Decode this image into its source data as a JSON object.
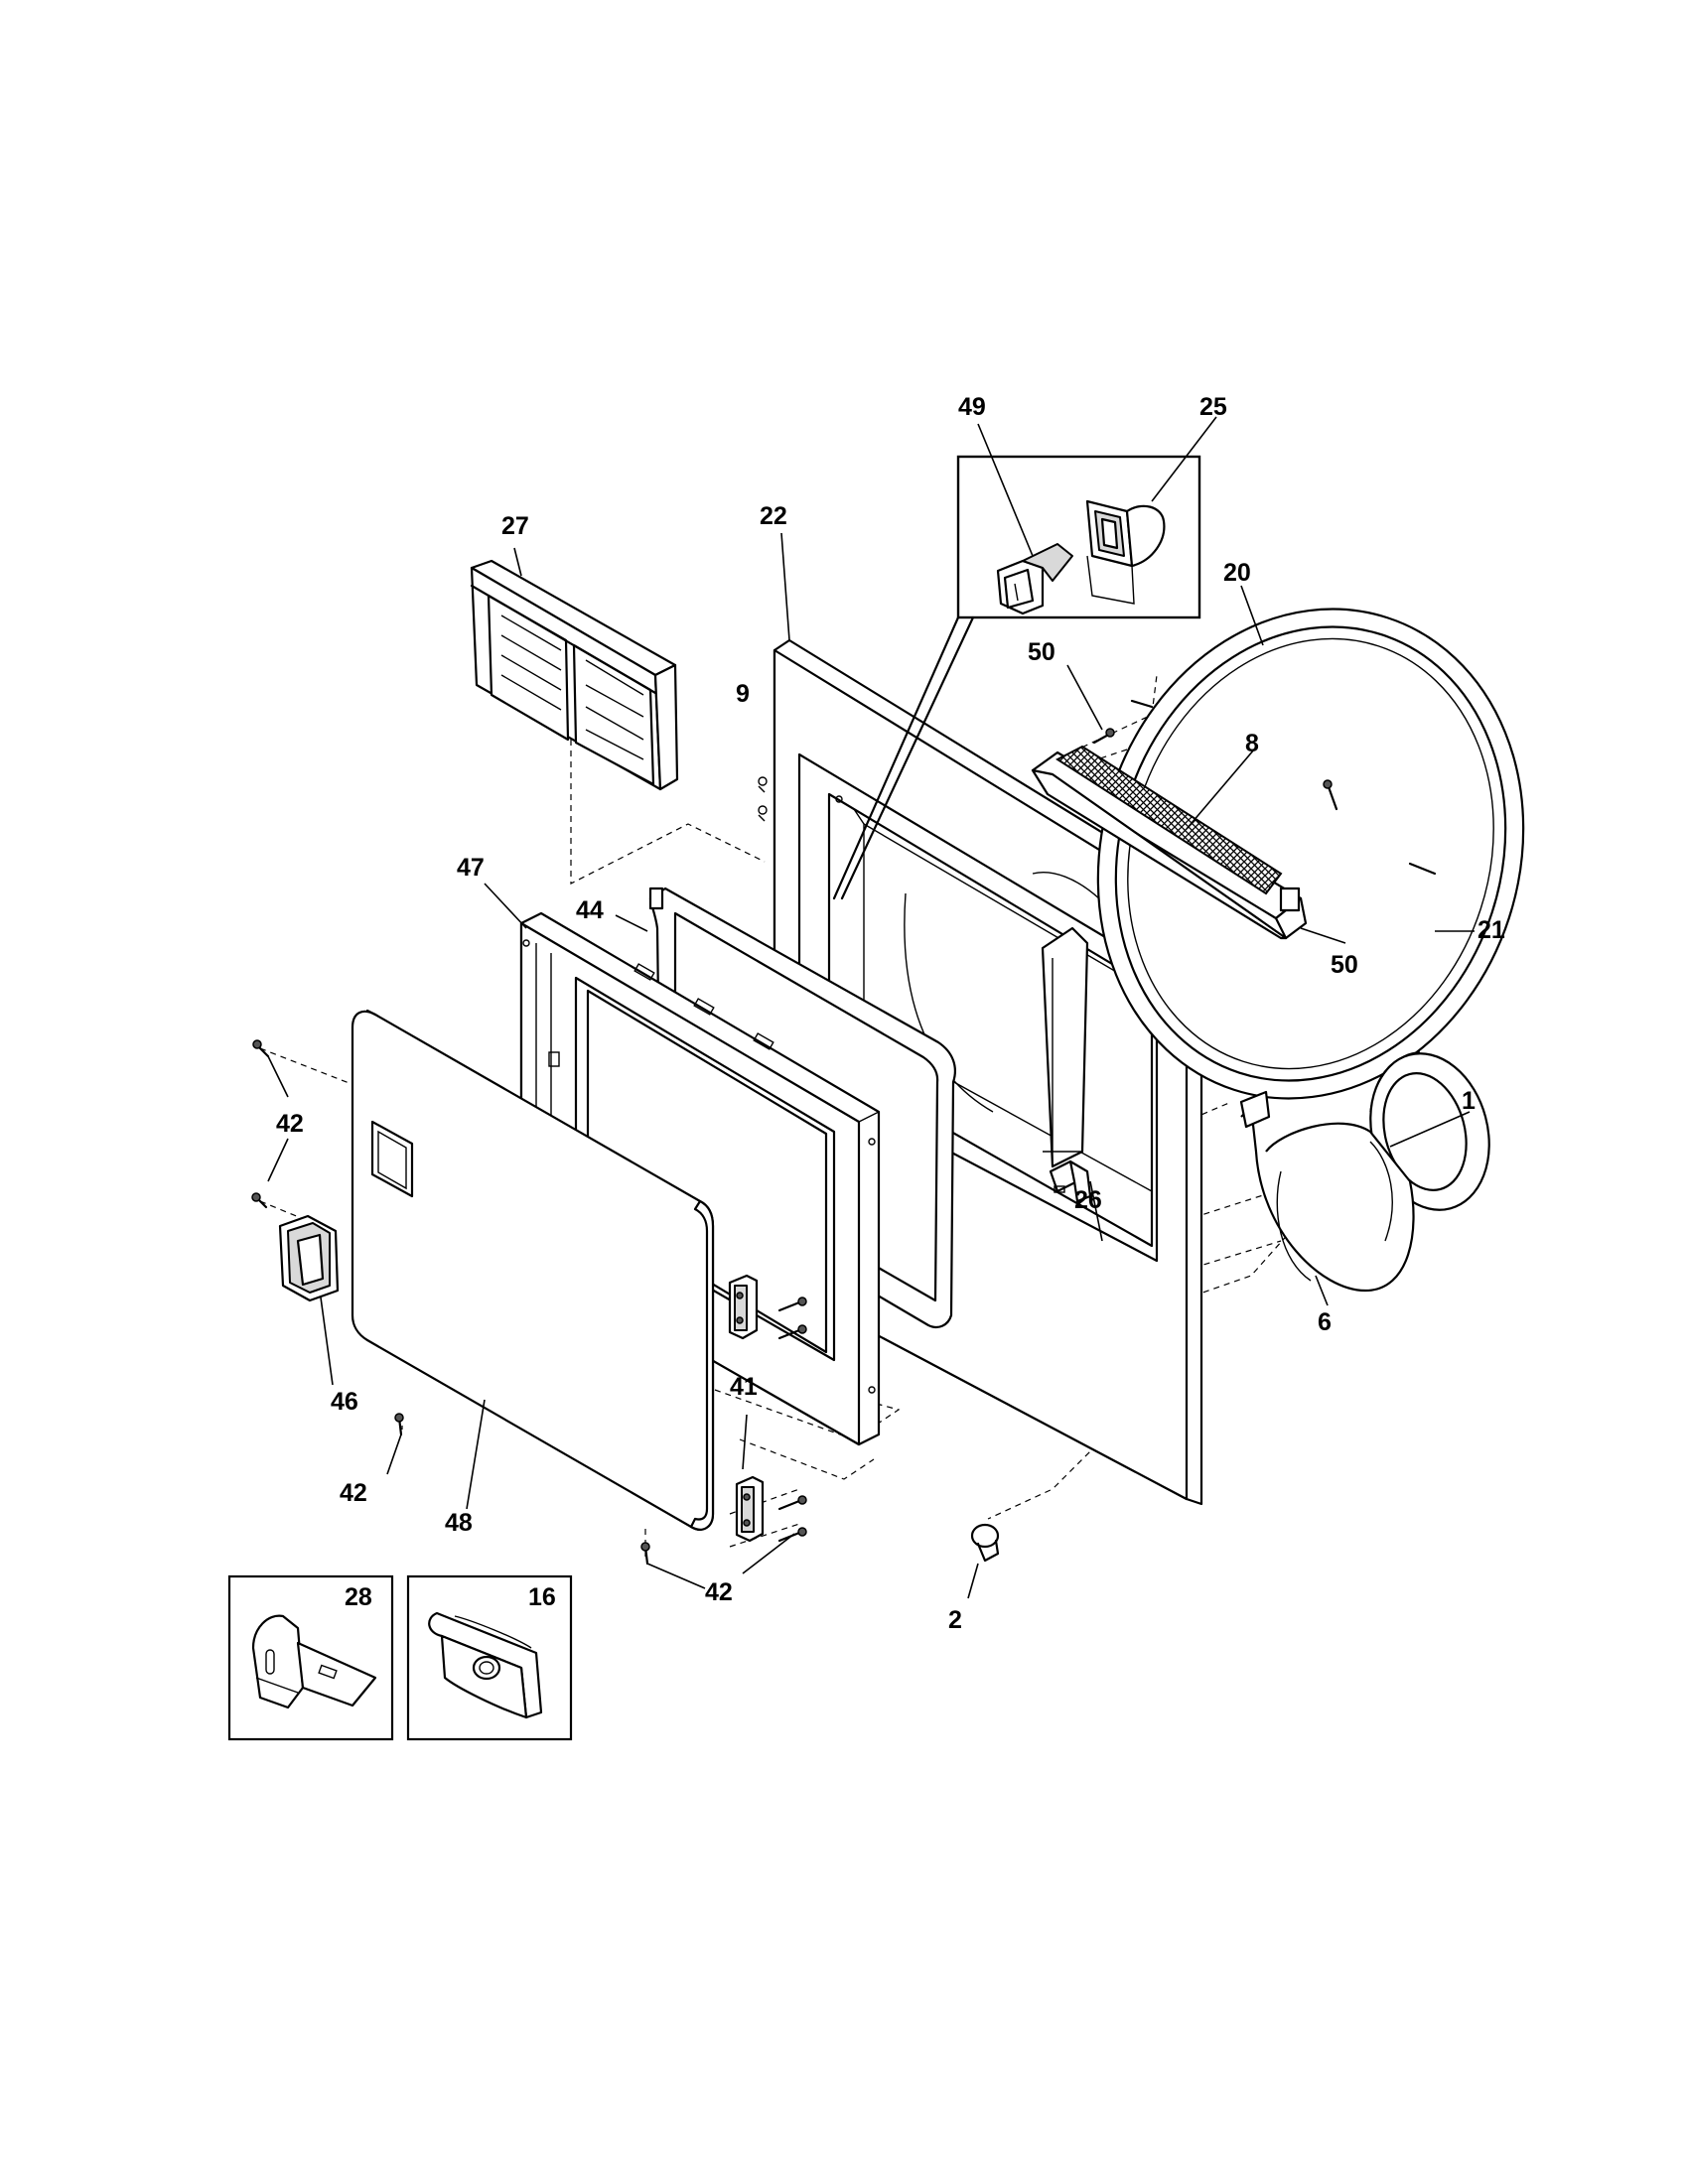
{
  "labels": {
    "p1": "1",
    "p2": "2",
    "p6": "6",
    "p8": "8",
    "p9": "9",
    "p16": "16",
    "p20": "20",
    "p21": "21",
    "p22": "22",
    "p25": "25",
    "p26": "26",
    "p27": "27",
    "p28": "28",
    "p41": "41",
    "p42a": "42",
    "p42b": "42",
    "p42c": "42",
    "p44": "44",
    "p46": "46",
    "p47": "47",
    "p48": "48",
    "p49": "49",
    "p50a": "50",
    "p50b": "50"
  },
  "colors": {
    "line": "#000000",
    "background": "#ffffff",
    "shade": "#d9d9d9"
  }
}
